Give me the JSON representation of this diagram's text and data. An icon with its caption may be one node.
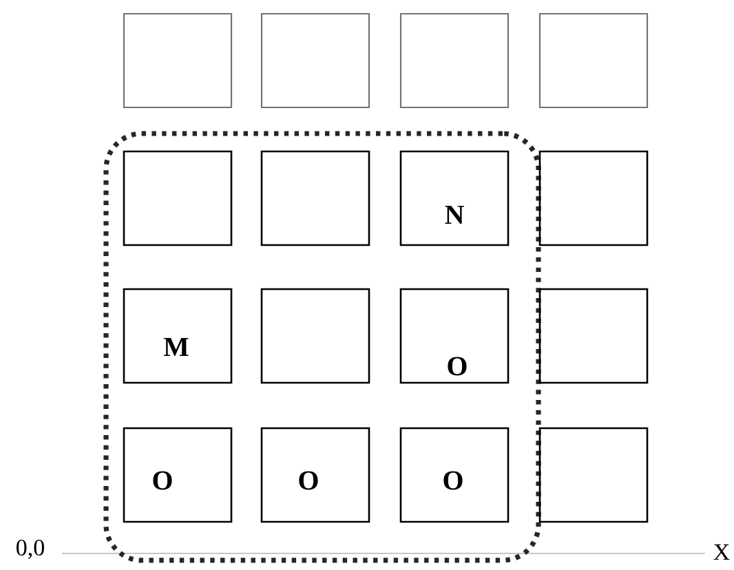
{
  "diagram": {
    "nodes": [
      {
        "text": [],
        "shape": "box"
      },
      {
        "text": [],
        "shape": "box"
      },
      {
        "text": [],
        "shape": "box"
      },
      {
        "text": [],
        "shape": "box"
      },
      {
        "text": [],
        "shape": "box"
      },
      {
        "text": [],
        "shape": "box",
        "in": 0
      },
      {
        "text": [],
        "shape": "box",
        "in": 0
      },
      {
        "text": [
          "N"
        ],
        "in": 0
      },
      {
        "text": [],
        "shape": "box"
      },
      {
        "text": [
          "M"
        ],
        "in": 0
      },
      {
        "text": [],
        "shape": "box",
        "in": 0
      },
      {
        "text": [
          "O"
        ],
        "in": 0
      },
      {
        "text": [],
        "shape": "box"
      },
      {
        "text": [
          "O"
        ],
        "in": 0
      },
      {
        "text": [
          "O"
        ],
        "in": 0
      },
      {
        "text": [
          "O"
        ],
        "in": 0
      },
      {
        "text": [],
        "shape": "box"
      }
    ],
    "labels": [
      "0,0",
      "X"
    ]
  }
}
